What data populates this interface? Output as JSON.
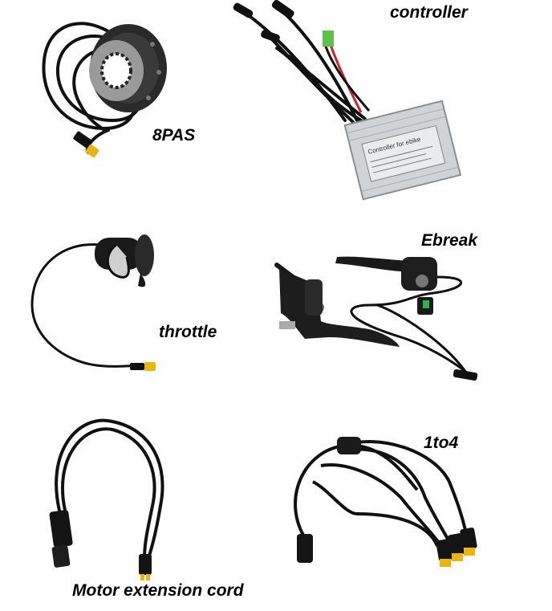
{
  "labels": {
    "controller": "controller",
    "pas": "8PAS",
    "throttle": "throttle",
    "ebreak": "Ebreak",
    "splitter": "1to4",
    "extension": "Motor extension cord"
  },
  "controller_sticker_text": "Controller for ebike",
  "colors": {
    "cable": "#111111",
    "connector_yellow": "#e8b515",
    "controller_body": "#cfd3d6",
    "red_wire": "#d0222a",
    "green_connector": "#5ec24a",
    "brake_indicator": "#2fb24a"
  }
}
